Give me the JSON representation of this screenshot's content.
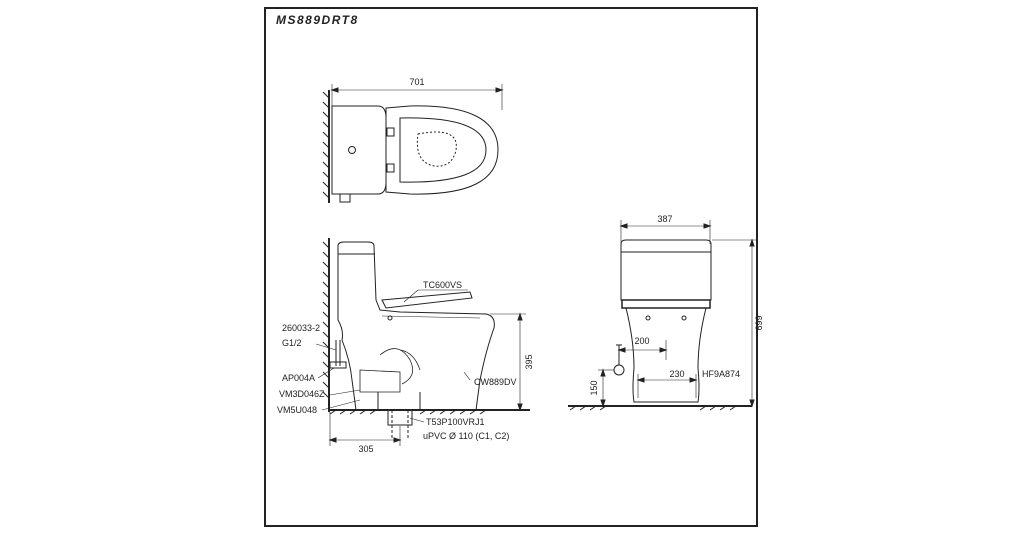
{
  "model": "MS889DRT8",
  "dimensions": {
    "top_width": "701",
    "front_width": "387",
    "total_height": "699",
    "seat_height": "395",
    "outlet_offset": "305",
    "supply_offset": "200",
    "foot_spacing": "230",
    "supply_height": "150"
  },
  "parts": {
    "seat": "TC600VS",
    "supply_valve": "260033-2",
    "thread": "G1/2",
    "flange": "AP004A",
    "bolts": "VM3D046Z",
    "gasket": "VM5U048",
    "body": "CW889DV",
    "adapter": "T53P100VRJ1",
    "pipe": "uPVC Ø 110 (C1, C2)",
    "hose": "HF9A874"
  }
}
